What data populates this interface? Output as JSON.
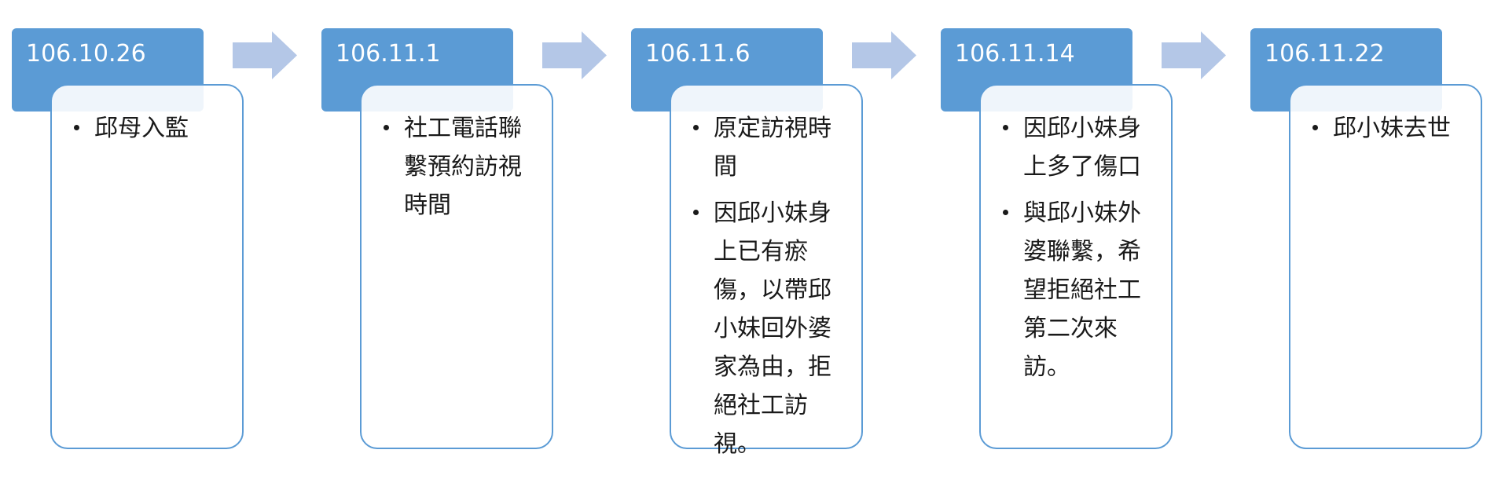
{
  "colors": {
    "date_box_fill": "#5b9bd5",
    "note_box_border": "#5b9bd5",
    "arrow_fill": "#b4c7e7"
  },
  "arrows": [
    {
      "icon": "arrow-right-icon"
    },
    {
      "icon": "arrow-right-icon"
    },
    {
      "icon": "arrow-right-icon"
    },
    {
      "icon": "arrow-right-icon"
    }
  ],
  "stages": [
    {
      "date": "106.10.26",
      "notes": [
        "邱母入監"
      ]
    },
    {
      "date": "106.11.1",
      "notes": [
        "社工電話聯繫預約訪視時間"
      ]
    },
    {
      "date": "106.11.6",
      "notes": [
        "原定訪視時間",
        "因邱小妹身上已有瘀傷，以帶邱小妹回外婆家為由，拒絕社工訪視。"
      ]
    },
    {
      "date": "106.11.14",
      "notes": [
        "因邱小妹身上多了傷口",
        "與邱小妹外婆聯繫，希望拒絕社工第二次來訪。"
      ]
    },
    {
      "date": "106.11.22",
      "notes": [
        "邱小妹去世"
      ]
    }
  ]
}
